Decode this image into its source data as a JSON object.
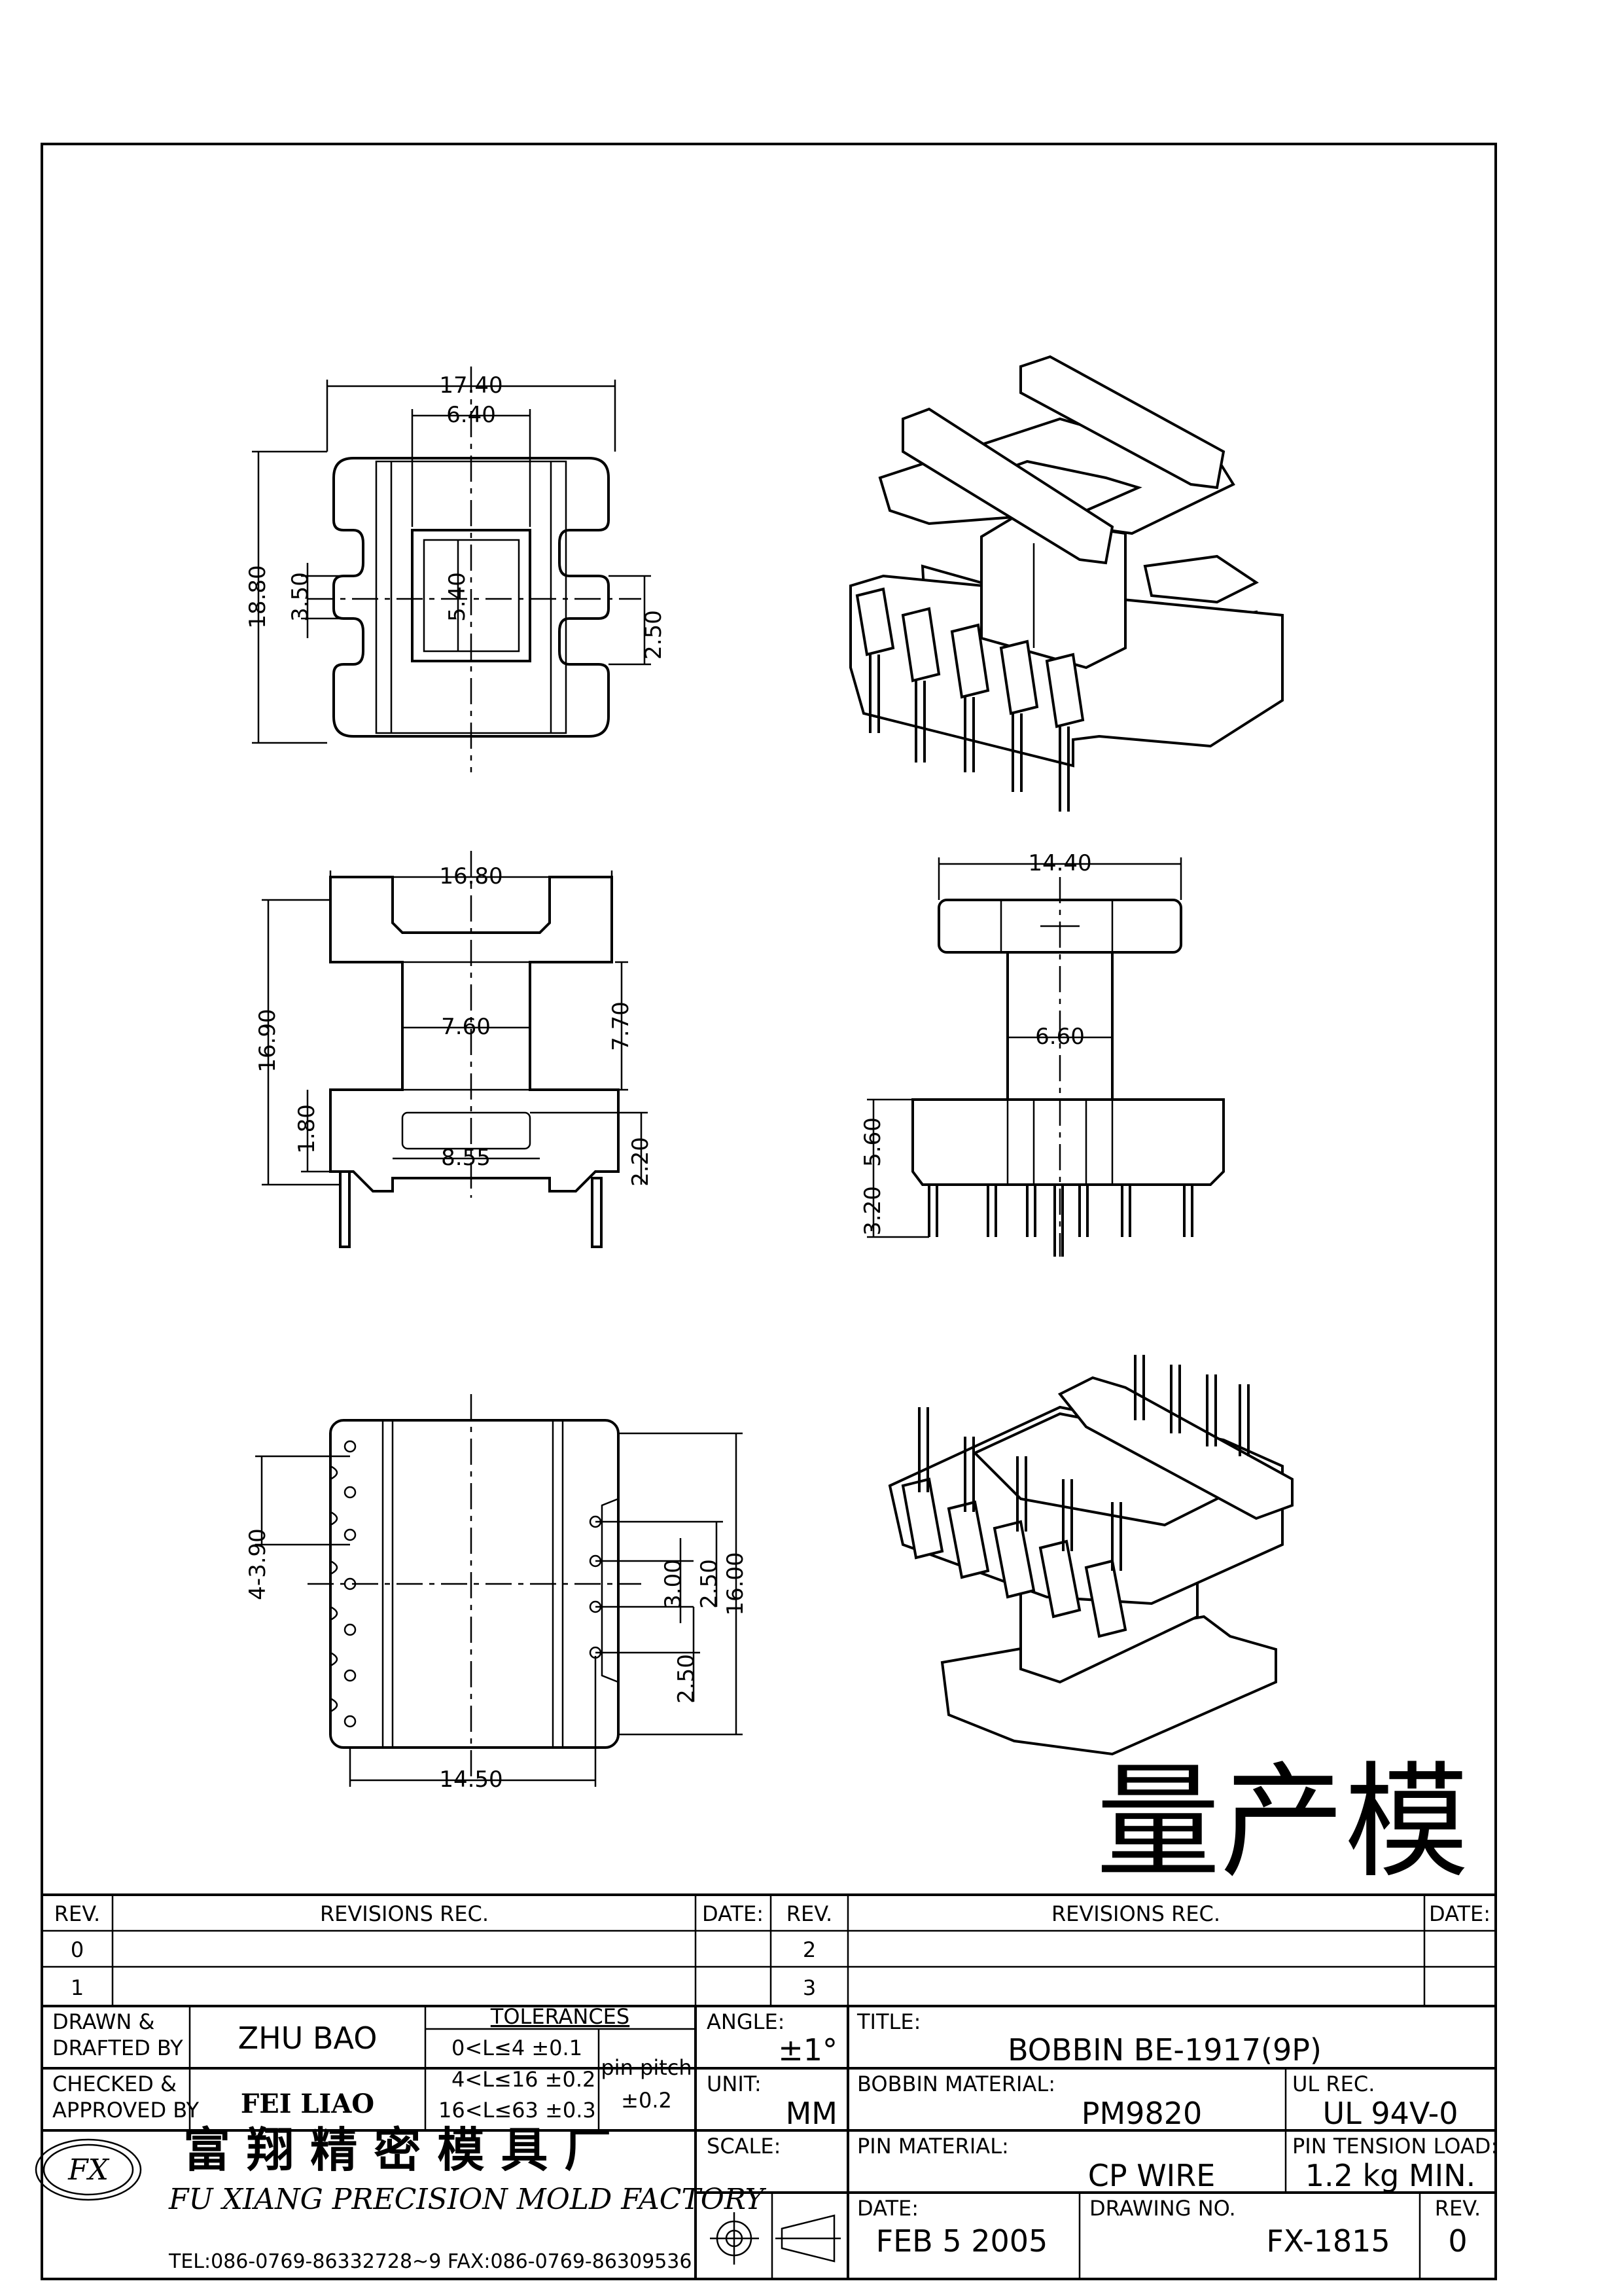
{
  "dimensions": {
    "top_view": [
      "17.40",
      "6.40",
      "18.80",
      "3.50",
      "5.40",
      "2.50"
    ],
    "front_view": [
      "16.80",
      "16.90",
      "7.60",
      "7.70",
      "1.80",
      "8.55",
      "2.20"
    ],
    "side_view": [
      "14.40",
      "6.60",
      "5.60",
      "3.20"
    ],
    "bottom_view": [
      "4-3.90",
      "3.00",
      "2.50",
      "16.00",
      "2.50",
      "14.50"
    ]
  },
  "stamp": "量产模",
  "revision_table": {
    "headers": {
      "rev": "REV.",
      "revisions": "REVISIONS   REC.",
      "date": "DATE:"
    },
    "rows_left": [
      "0",
      "1"
    ],
    "rows_right": [
      "2",
      "3"
    ]
  },
  "title_block": {
    "drawn_label": [
      "DRAWN &",
      "DRAFTED BY"
    ],
    "drawn_value": "ZHU BAO",
    "checked_label": [
      "CHECKED &",
      "APPROVED BY"
    ],
    "checked_value": "FEI LIAO",
    "tolerances_title": "TOLERANCES",
    "tolerance_rows": [
      "0<L≤4    ±0.1",
      "4<L≤16  ±0.2",
      "16<L≤63  ±0.3"
    ],
    "pin_pitch_label": "pin pitch",
    "pin_pitch_value": "±0.2",
    "angle_label": "ANGLE:",
    "angle_value": "±1°",
    "unit_label": "UNIT:",
    "unit_value": "MM",
    "scale_label": "SCALE:",
    "title_label": "TITLE:",
    "title_value": "BOBBIN  BE-1917(9P)",
    "bobbin_material_label": "BOBBIN MATERIAL:",
    "bobbin_material_value": "PM9820",
    "ul_rec_label": "UL REC.",
    "ul_rec_value": "UL  94V-0",
    "pin_material_label": "PIN MATERIAL:",
    "pin_material_value": "CP  WIRE",
    "pin_tension_label": "PIN TENSION LOAD:",
    "pin_tension_value": "1.2  kg  MIN.",
    "date_label": "DATE:",
    "date_value": "FEB   5  2005",
    "drawing_no_label": "DRAWING NO.",
    "drawing_no_value": "FX-1815",
    "rev_label": "REV.",
    "rev_value": "0"
  },
  "company": {
    "logo_text": "FX",
    "name_cn": "富 翔 精 密 模 具 厂",
    "name_en": "FU XIANG PRECISION MOLD FACTORY",
    "contact": "TEL:086-0769-86332728~9   FAX:086-0769-86309536"
  }
}
